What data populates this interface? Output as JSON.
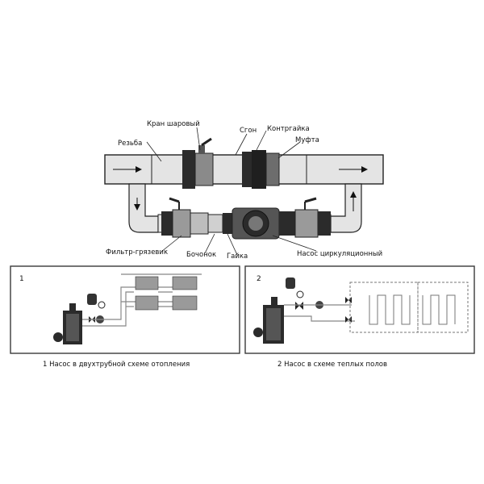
{
  "labels": {
    "ball_valve": "Кран шаровый",
    "union": "Сгон",
    "locknut": "Контргайка",
    "thread": "Резьба",
    "coupling": "Муфта",
    "strainer": "Фильтр-грязевик",
    "barrel_nipple": "Бочонок",
    "nut": "Гайка",
    "circ_pump": "Насос циркуляционный"
  },
  "panels": [
    {
      "number": "1",
      "caption": "1 Насос в двухтрубной схеме отопления"
    },
    {
      "number": "2",
      "caption": "2 Насос в схеме теплых полов"
    }
  ],
  "colors": {
    "pipe_fill": "#e4e4e4",
    "dark_metal": "#2b2b2b",
    "frame": "#3a3a3a",
    "floor_loop": "#777777"
  }
}
